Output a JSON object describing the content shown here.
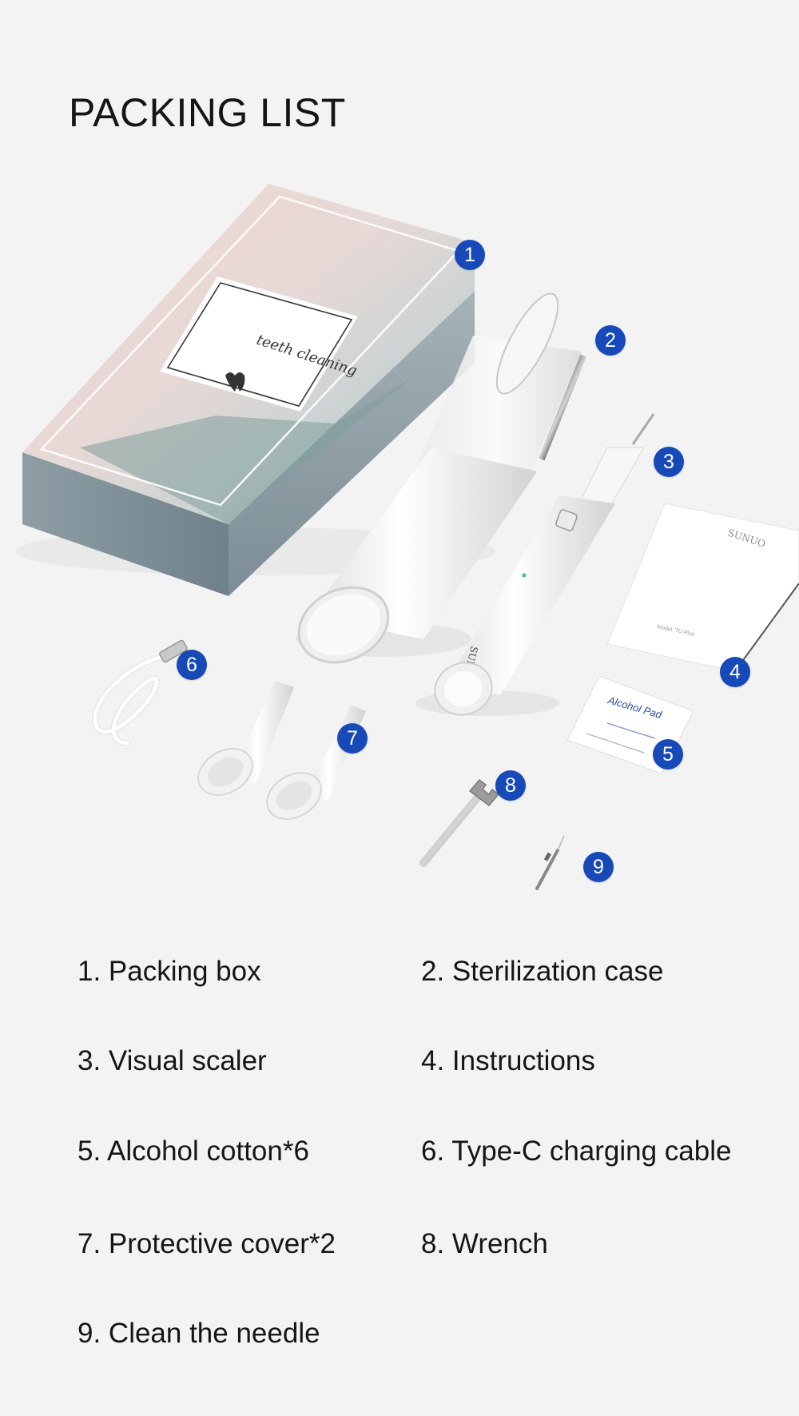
{
  "header": {
    "title": "PACKING LIST"
  },
  "product_labels": {
    "box_text": "teeth cleaning",
    "brand_on_manual": "SUNUO",
    "brand_on_scaler": "SUNUO",
    "manual_model": "Model: TU Plus",
    "pad_title": "Alcohol Pad"
  },
  "callouts": [
    "1",
    "2",
    "3",
    "4",
    "5",
    "6",
    "7",
    "8",
    "9"
  ],
  "items": [
    "1. Packing box",
    "2. Sterilization case",
    "3. Visual scaler",
    "4. Instructions",
    "5. Alcohol cotton*6",
    "6. Type-C charging cable",
    "7. Protective cover*2",
    "8. Wrench",
    "9. Clean the needle"
  ],
  "colors": {
    "background": "#f3f3f3",
    "badge": "#1849b8",
    "text": "#151515"
  }
}
